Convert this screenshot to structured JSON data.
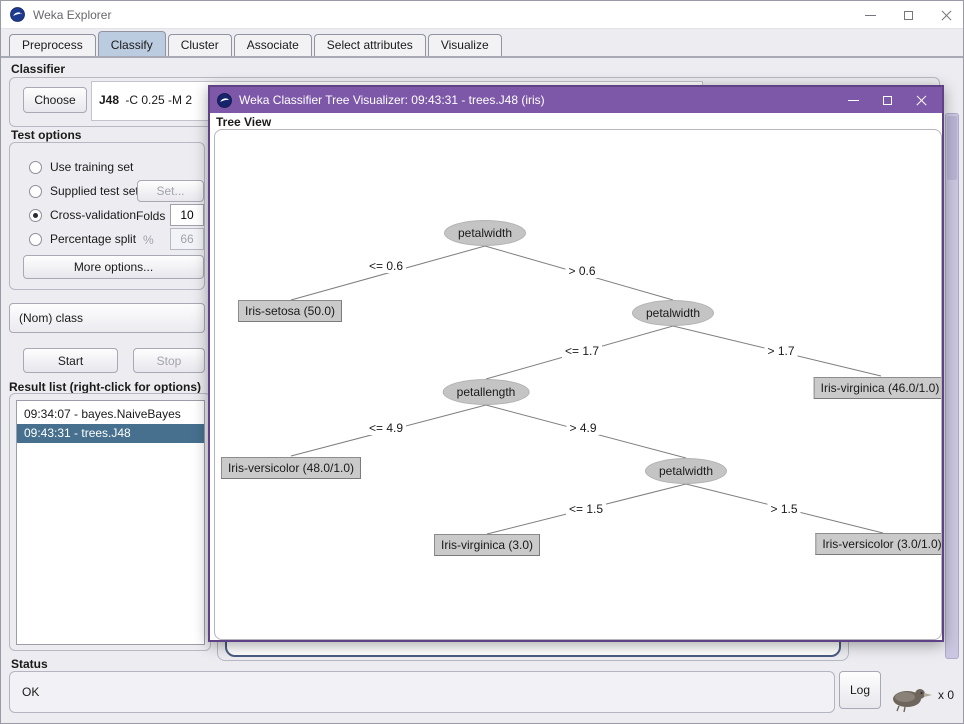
{
  "window": {
    "title": "Weka Explorer"
  },
  "tabs": [
    {
      "label": "Preprocess",
      "selected": false
    },
    {
      "label": "Classify",
      "selected": true
    },
    {
      "label": "Cluster",
      "selected": false
    },
    {
      "label": "Associate",
      "selected": false
    },
    {
      "label": "Select attributes",
      "selected": false
    },
    {
      "label": "Visualize",
      "selected": false
    }
  ],
  "classifier": {
    "section_label": "Classifier",
    "choose_button": "Choose",
    "scheme_name": "J48",
    "scheme_params": "-C 0.25 -M 2"
  },
  "test_options": {
    "section_label": "Test options",
    "use_training_set": "Use training set",
    "supplied_test_set": "Supplied test set",
    "set_button": "Set...",
    "cross_validation": "Cross-validation",
    "folds_label": "Folds",
    "folds_value": "10",
    "percentage_split": "Percentage split",
    "percent_symbol": "%",
    "percent_value": "66",
    "more_options_button": "More options...",
    "selected_option": "Cross-validation"
  },
  "class_selector": {
    "value": "(Nom) class"
  },
  "run_controls": {
    "start_button": "Start",
    "stop_button": "Stop"
  },
  "result_list": {
    "label": "Result list (right-click for options)",
    "items": [
      {
        "label": "09:34:07 - bayes.NaiveBayes",
        "selected": false
      },
      {
        "label": "09:43:31 - trees.J48",
        "selected": true
      }
    ]
  },
  "status_bar": {
    "label": "Status",
    "value": "OK",
    "log_button": "Log",
    "weka_counter": "x 0"
  },
  "dialog": {
    "title": "Weka Classifier Tree Visualizer: 09:43:31 - trees.J48 (iris)",
    "panel_label": "Tree View",
    "tree": {
      "nodes": [
        {
          "type": "split",
          "label": "petalwidth"
        },
        {
          "type": "leaf",
          "label": "Iris-setosa (50.0)"
        },
        {
          "type": "split",
          "label": "petalwidth"
        },
        {
          "type": "split",
          "label": "petallength"
        },
        {
          "type": "leaf",
          "label": "Iris-virginica (46.0/1.0)"
        },
        {
          "type": "leaf",
          "label": "Iris-versicolor (48.0/1.0)"
        },
        {
          "type": "split",
          "label": "petalwidth"
        },
        {
          "type": "leaf",
          "label": "Iris-virginica (3.0)"
        },
        {
          "type": "leaf",
          "label": "Iris-versicolor (3.0/1.0)"
        }
      ],
      "edges": [
        {
          "label": "<= 0.6"
        },
        {
          "label": "> 0.6"
        },
        {
          "label": "<= 1.7"
        },
        {
          "label": "> 1.7"
        },
        {
          "label": "<= 4.9"
        },
        {
          "label": "> 4.9"
        },
        {
          "label": "<= 1.5"
        },
        {
          "label": "> 1.5"
        }
      ]
    }
  },
  "icons": {
    "weka_logo": "blue-circle-with-white-bird",
    "minimize": "dash",
    "maximize": "square",
    "close": "x",
    "weka_bird": "gray-bird-silhouette"
  },
  "colors": {
    "dialog_titlebar": "#7d58a8",
    "selected_tab": "#bccce0",
    "selected_list_item": "#46708e",
    "tree_node_fill": "#c4c4c4",
    "scrollbar_lavender": "#cbc7e1"
  }
}
